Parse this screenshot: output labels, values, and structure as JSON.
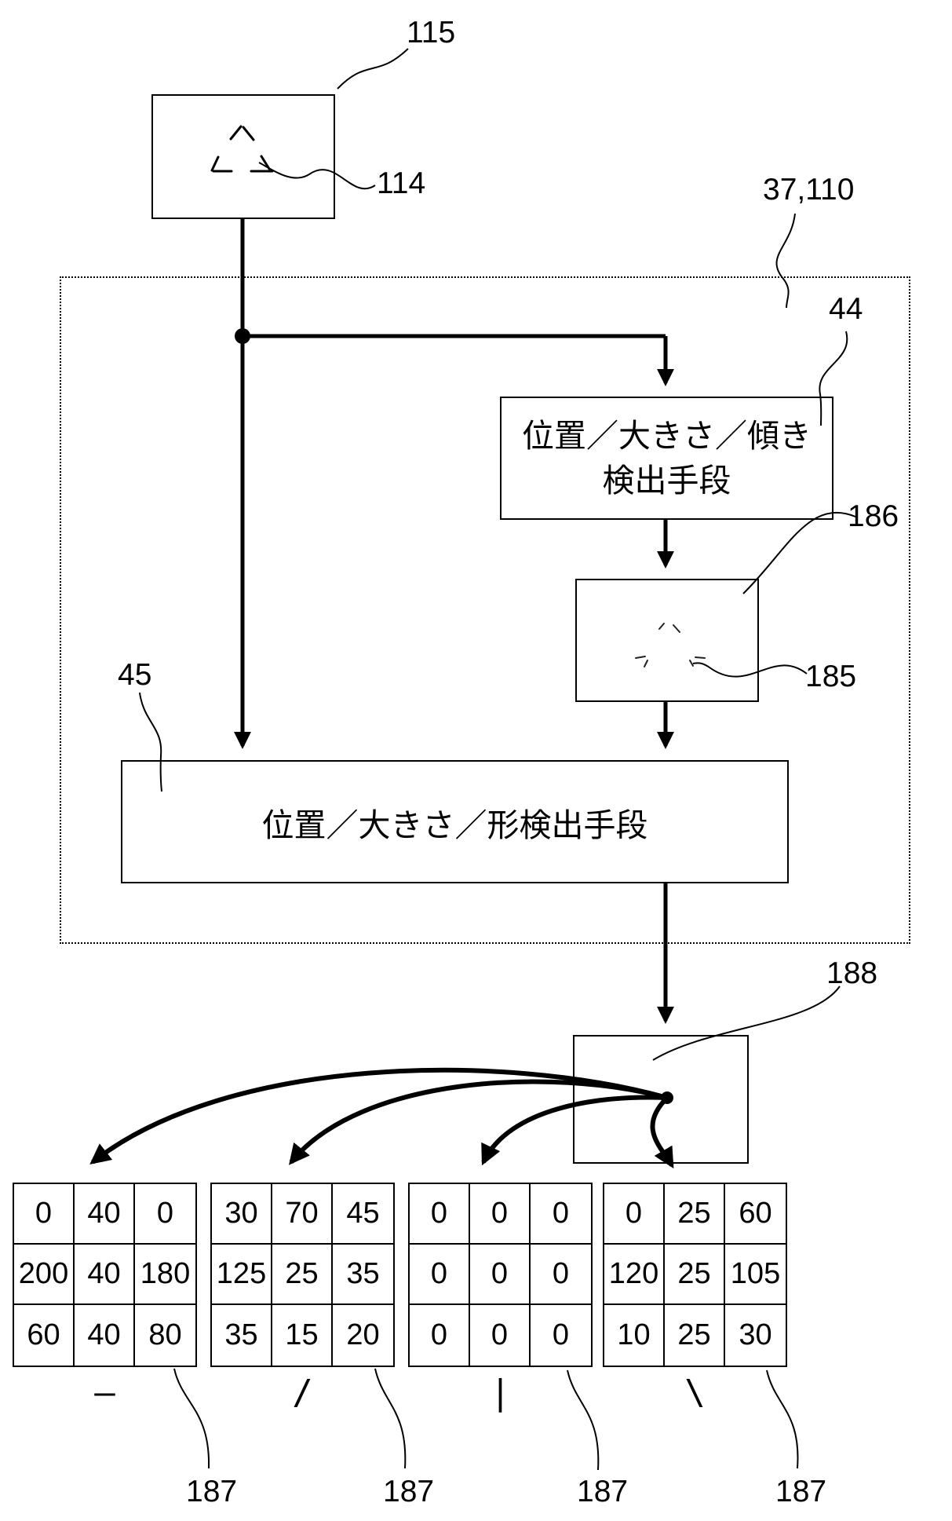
{
  "labels": {
    "input_image": "115",
    "input_shape": "114",
    "module_group": "37,110",
    "tilt_detector": "44",
    "normalized_image": "186",
    "normalized_shape": "185",
    "shape_detector": "45",
    "output_image": "188"
  },
  "boxes": {
    "tilt_detector_line1": "位置／大きさ／傾き",
    "tilt_detector_line2": "検出手段",
    "shape_detector": "位置／大きさ／形検出手段"
  },
  "tables": [
    {
      "ref": "187",
      "direction": "horizontal-stroke",
      "glyph": "—",
      "rows": [
        [
          "0",
          "40",
          "0"
        ],
        [
          "200",
          "40",
          "180"
        ],
        [
          "60",
          "40",
          "80"
        ]
      ]
    },
    {
      "ref": "187",
      "direction": "rising-diagonal-stroke",
      "glyph": "/",
      "rows": [
        [
          "30",
          "70",
          "45"
        ],
        [
          "125",
          "25",
          "35"
        ],
        [
          "35",
          "15",
          "20"
        ]
      ]
    },
    {
      "ref": "187",
      "direction": "vertical-stroke",
      "glyph": "|",
      "rows": [
        [
          "0",
          "0",
          "0"
        ],
        [
          "0",
          "0",
          "0"
        ],
        [
          "0",
          "0",
          "0"
        ]
      ]
    },
    {
      "ref": "187",
      "direction": "falling-diagonal-stroke",
      "glyph": "\\",
      "rows": [
        [
          "0",
          "25",
          "60"
        ],
        [
          "120",
          "25",
          "105"
        ],
        [
          "10",
          "25",
          "30"
        ]
      ]
    }
  ],
  "colors": {
    "ink": "#000000",
    "background": "#ffffff"
  }
}
